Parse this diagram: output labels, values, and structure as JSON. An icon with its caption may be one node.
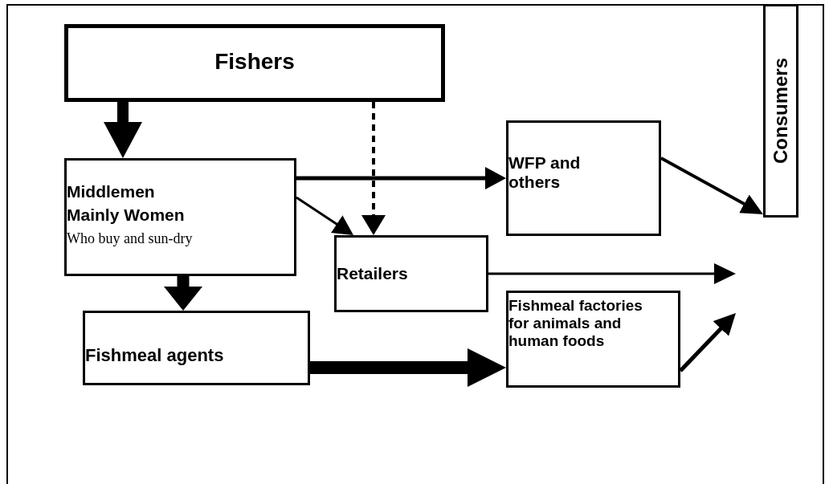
{
  "diagram": {
    "nodes": [
      {
        "text": [
          "Fishers"
        ]
      },
      {
        "text": [
          "Consumers"
        ]
      },
      {
        "text": [
          "Middlemen",
          "Mainly Women",
          "Who buy and sun-dry"
        ]
      },
      {
        "text": [
          "WFP and others"
        ]
      },
      {
        "text": [
          "Retailers"
        ]
      },
      {
        "text": [
          "Fishmeal agents"
        ]
      },
      {
        "text": [
          "Fishmeal factories for animals and human foods"
        ]
      }
    ],
    "edges": [
      {
        "from": 0,
        "to": 2,
        "arrow": "to",
        "style": "thick"
      },
      {
        "from": 0,
        "to": 4,
        "arrow": "to",
        "style": "dashed"
      },
      {
        "from": 2,
        "to": 3,
        "arrow": "to"
      },
      {
        "from": 2,
        "to": 4,
        "arrow": "to"
      },
      {
        "from": 2,
        "to": 5,
        "arrow": "to",
        "style": "thick"
      },
      {
        "from": 3,
        "to": 1,
        "arrow": "to"
      },
      {
        "from": 4,
        "to": null,
        "arrow": "to"
      },
      {
        "from": 5,
        "to": 6,
        "arrow": "to",
        "style": "thick"
      },
      {
        "from": 6,
        "to": null,
        "arrow": "to"
      }
    ]
  }
}
